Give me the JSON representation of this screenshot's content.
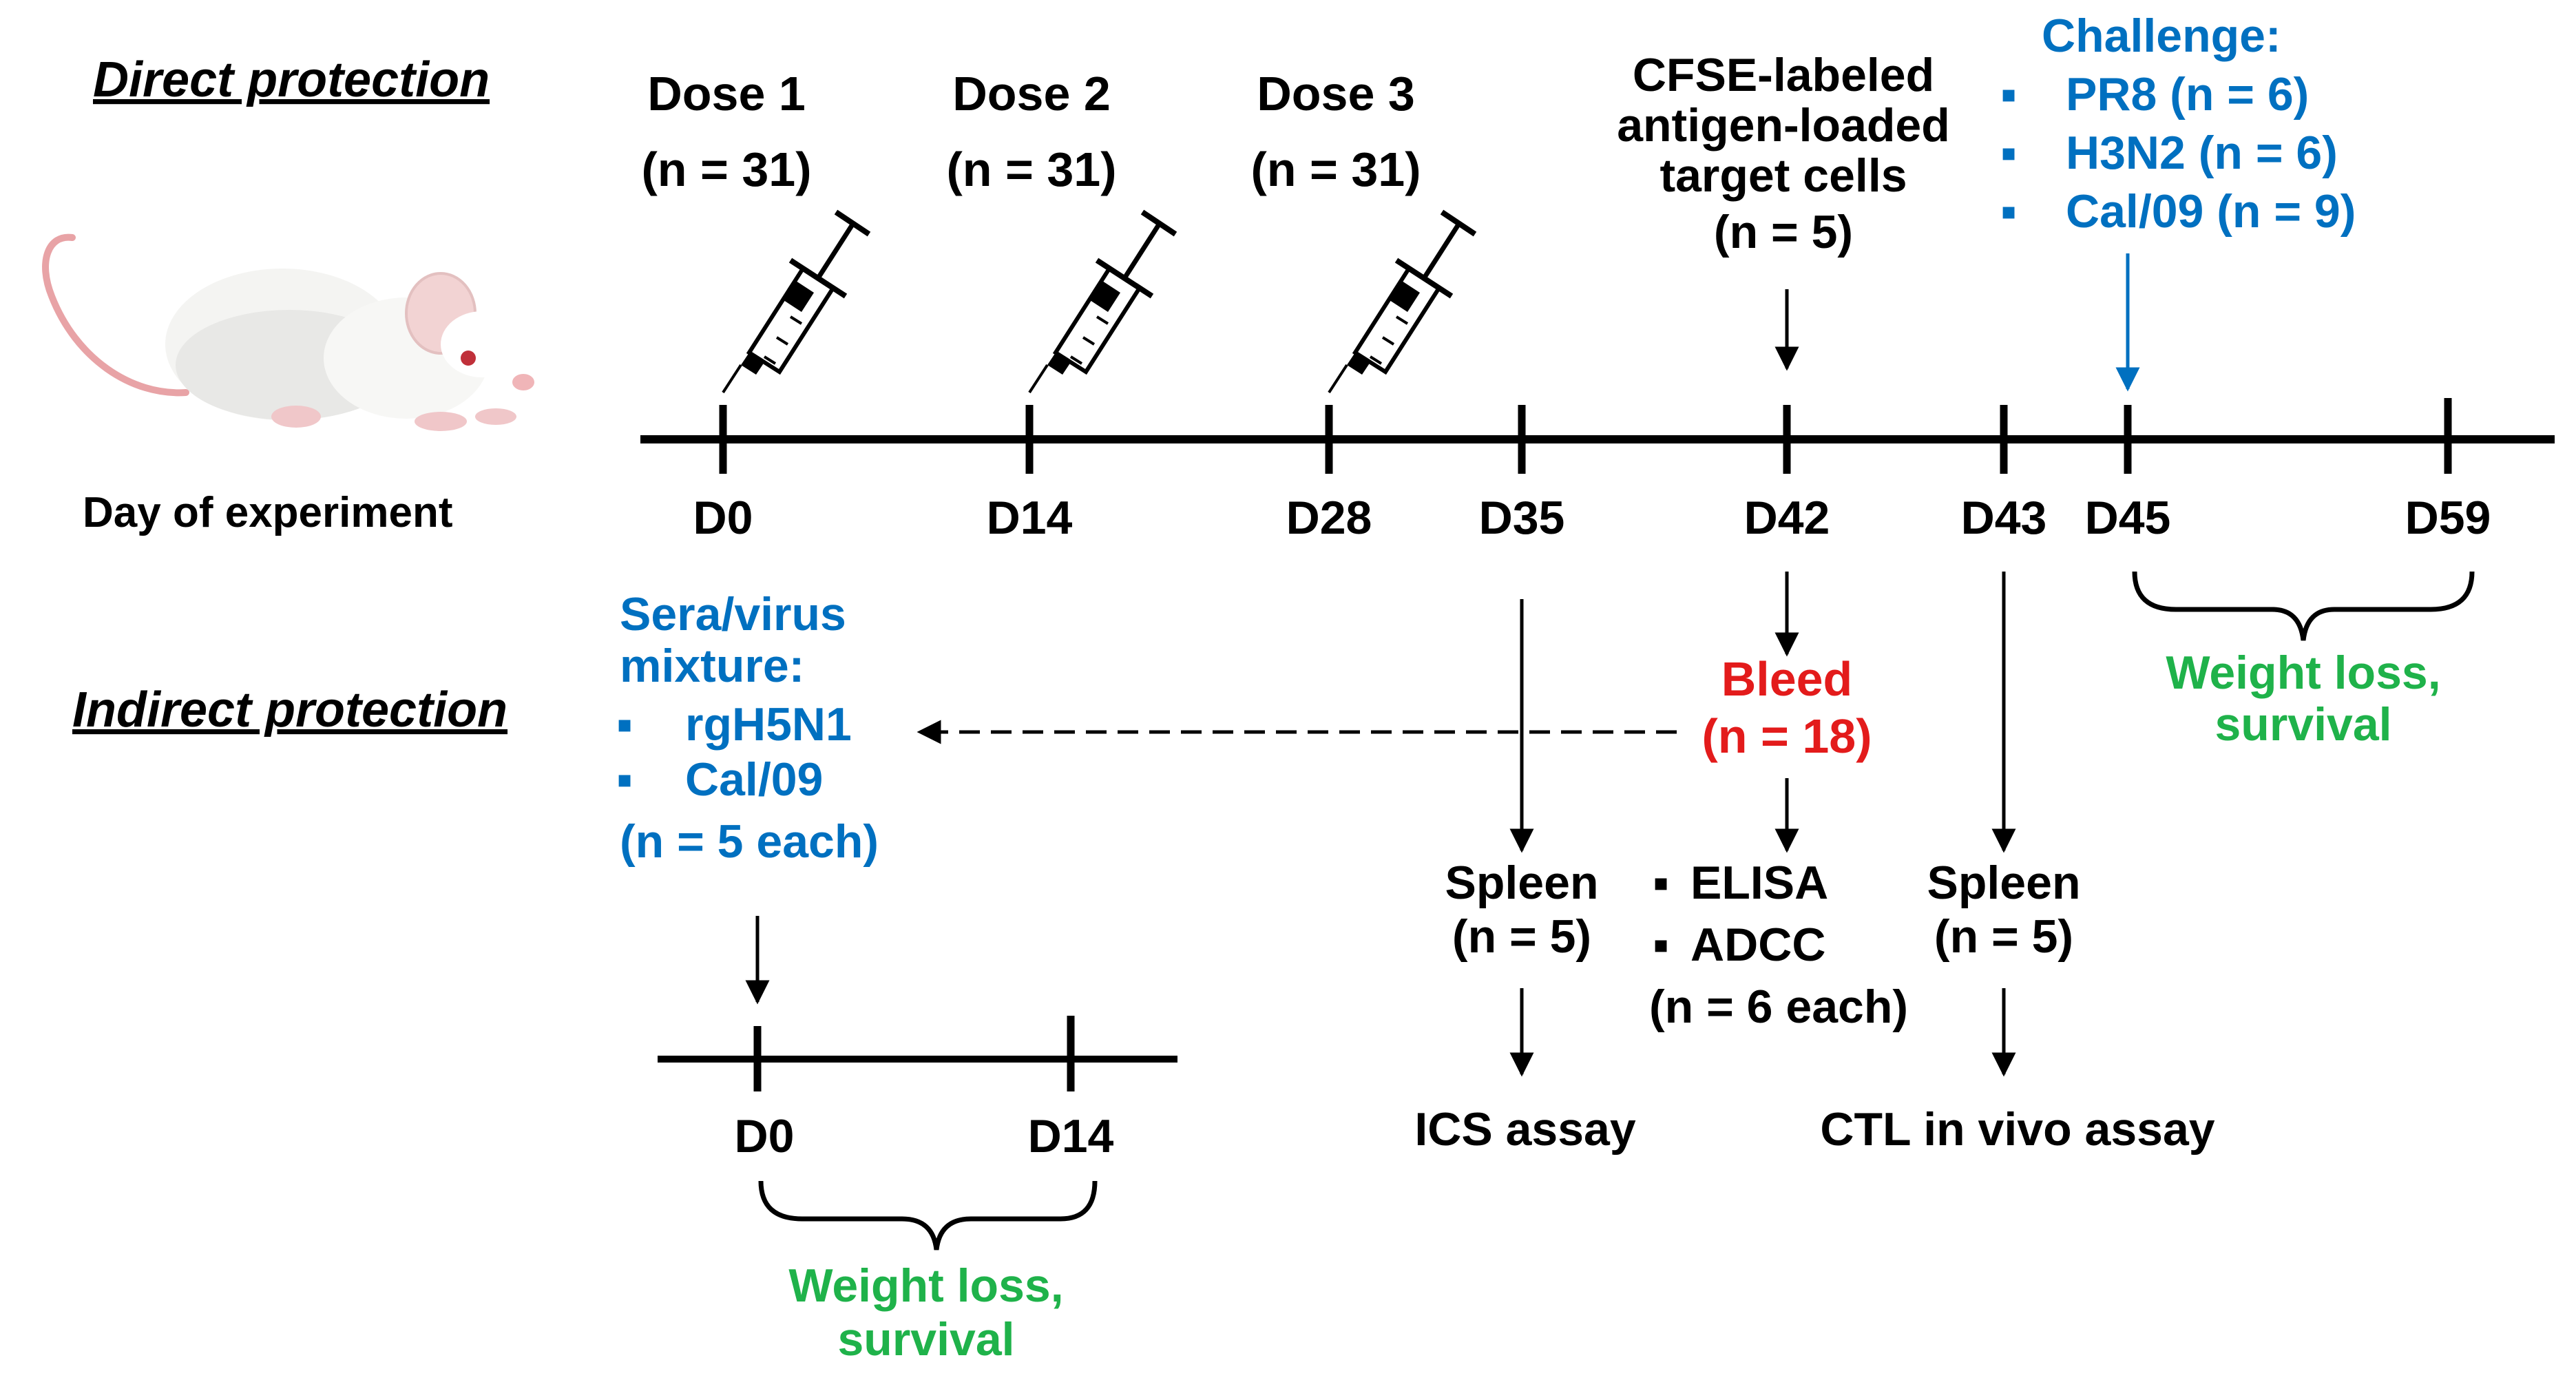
{
  "colors": {
    "black": "#000000",
    "blue": "#0070C0",
    "red": "#E31B1B",
    "green": "#1FB24A"
  },
  "headings": {
    "direct": "Direct protection",
    "indirect": "Indirect protection"
  },
  "day_label": "Day of experiment",
  "main_days": [
    "D0",
    "D14",
    "D28",
    "D35",
    "D42",
    "D43",
    "D45",
    "D59"
  ],
  "indirect_days": [
    "D0",
    "D14"
  ],
  "doses": [
    {
      "title": "Dose 1",
      "n": "(n = 31)"
    },
    {
      "title": "Dose 2",
      "n": "(n = 31)"
    },
    {
      "title": "Dose 3",
      "n": "(n = 31)"
    }
  ],
  "cfse": {
    "lines": [
      "CFSE-labeled",
      "antigen-loaded",
      "target cells"
    ],
    "n": "(n = 5)"
  },
  "challenge": {
    "title": "Challenge:",
    "bullet": "▪",
    "items": [
      "PR8 (n = 6)",
      "H3N2 (n = 6)",
      "Cal/09 (n = 9)"
    ]
  },
  "weight_loss": [
    "Weight loss,",
    "survival"
  ],
  "sera": {
    "lines": [
      "Sera/virus",
      "mixture:"
    ],
    "bullet": "▪",
    "items": [
      "rgH5N1",
      "Cal/09"
    ],
    "n": "(n = 5 each)"
  },
  "bleed": {
    "title": "Bleed",
    "n": "(n = 18)"
  },
  "spleen_left": {
    "title": "Spleen",
    "n": "(n = 5)"
  },
  "spleen_right": {
    "title": "Spleen",
    "n": "(n = 5)"
  },
  "elisa": {
    "bullet": "▪",
    "items": [
      "ELISA",
      "ADCC"
    ],
    "n": "(n = 6 each)"
  },
  "assays": {
    "ics": "ICS assay",
    "ctl": "CTL in vivo assay"
  },
  "icons": {
    "mouse": "mouse-illustration",
    "syringe": "syringe-icon"
  }
}
